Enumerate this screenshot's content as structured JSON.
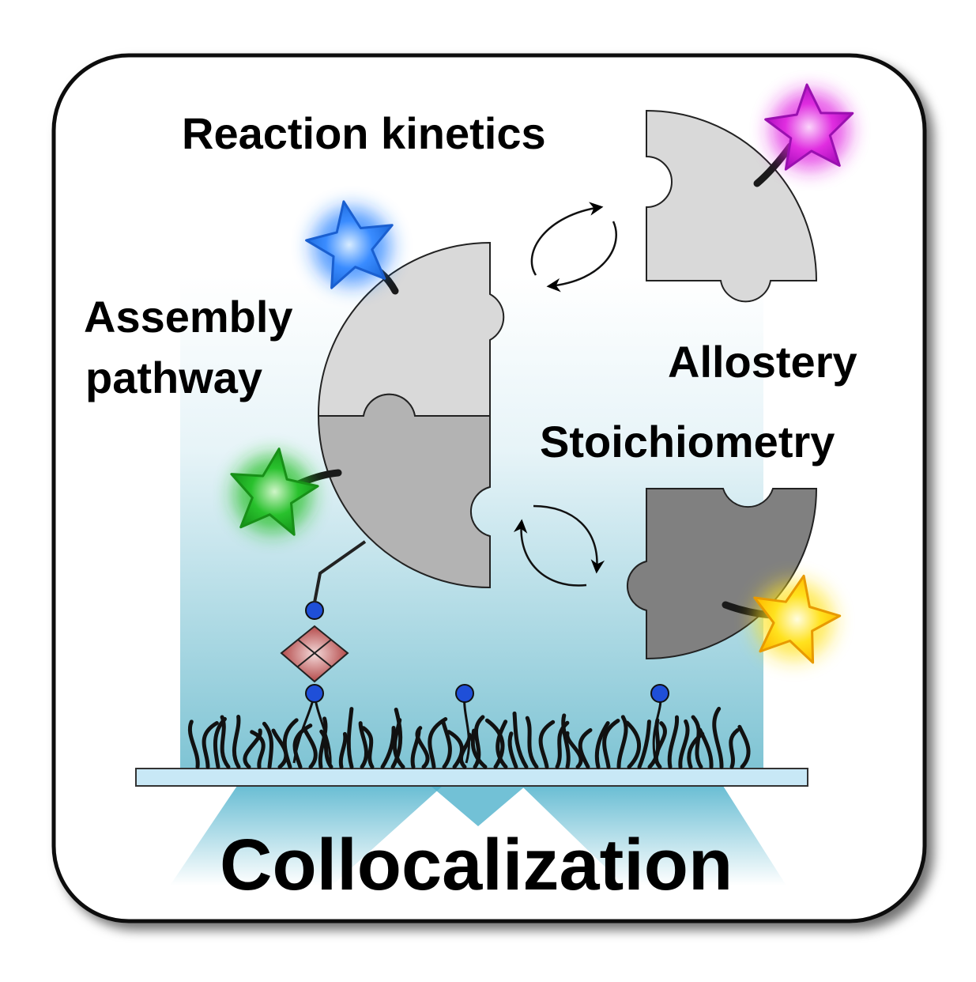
{
  "labels": {
    "reaction_kinetics": "Reaction kinetics",
    "assembly_line1": "Assembly",
    "assembly_line2": "pathway",
    "allostery": "Allostery",
    "stoichiometry": "Stoichiometry",
    "footer": "Collocalization"
  },
  "colors": {
    "frame_stroke": "#111111",
    "background_gradient_top": "#ffffff",
    "background_gradient_bottom": "#7fc4d4",
    "surface": "#c8e8f6",
    "light_cone": "#6fc1d6",
    "piece_light": "#d9d9d9",
    "piece_medium": "#b3b3b3",
    "piece_dark": "#808080",
    "linker": "#1a1a1a",
    "bead": "#1f4fd8",
    "anchor": "#b84a4a",
    "star_blue": "#1f7cff",
    "star_green": "#1fbf1f",
    "star_magenta": "#e01fe0",
    "star_yellow": "#ffe21f"
  },
  "icons": [
    "blue-star-icon",
    "green-star-icon",
    "magenta-star-icon",
    "yellow-star-icon",
    "cycle-arrow-icon",
    "cycle-arrow-icon",
    "polymer-brush-icon",
    "anchor-icon"
  ]
}
